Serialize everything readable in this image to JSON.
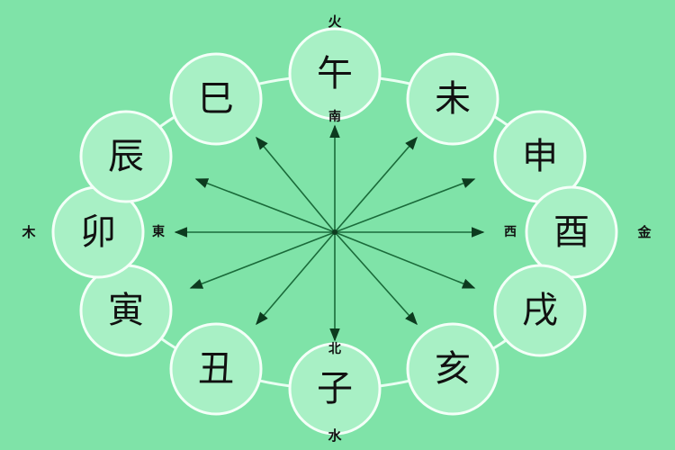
{
  "branches": [
    {
      "key": "wu",
      "label": "午"
    },
    {
      "key": "wei",
      "label": "未"
    },
    {
      "key": "shen",
      "label": "申"
    },
    {
      "key": "you",
      "label": "酉"
    },
    {
      "key": "xu",
      "label": "戌"
    },
    {
      "key": "hai",
      "label": "亥"
    },
    {
      "key": "zi",
      "label": "子"
    },
    {
      "key": "chou",
      "label": "丑"
    },
    {
      "key": "yin",
      "label": "寅"
    },
    {
      "key": "mao",
      "label": "卯"
    },
    {
      "key": "chen",
      "label": "辰"
    },
    {
      "key": "si",
      "label": "巳"
    }
  ],
  "directions": {
    "south": "南",
    "north": "北",
    "east": "東",
    "west": "西"
  },
  "elements": {
    "top": "火",
    "bottom": "水",
    "left": "木",
    "right": "金"
  },
  "colors": {
    "background": "#7fe3a8",
    "node_fill": "#a8f0c5",
    "node_stroke": "#f4fff8",
    "line": "#1a6b3a",
    "arrow": "#0d3b1f"
  }
}
